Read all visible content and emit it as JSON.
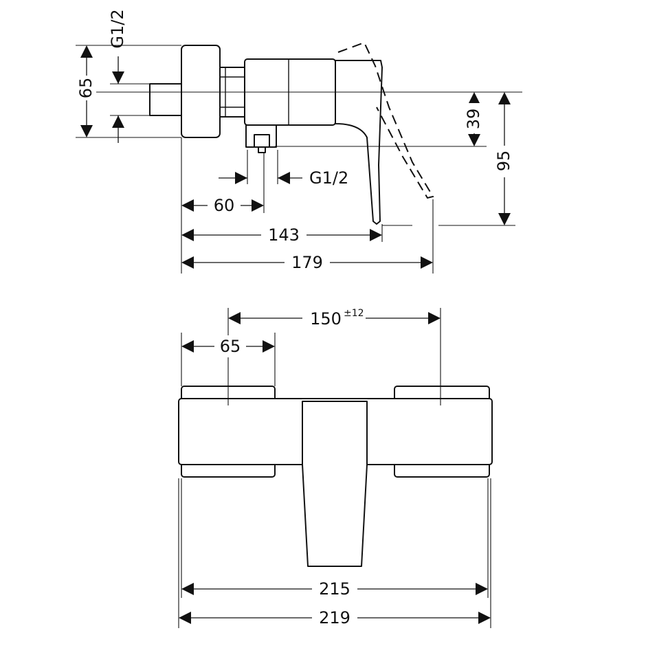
{
  "side_view": {
    "dim_g12_vertical": "G1/2",
    "dim_65_left": "65",
    "dim_39": "39",
    "dim_95": "95",
    "dim_g12_bottom": "G1/2",
    "dim_60": "60",
    "dim_143": "143",
    "dim_179": "179"
  },
  "front_view": {
    "dim_150": "150",
    "dim_150_tolerance": "±12",
    "dim_65": "65",
    "dim_215": "215",
    "dim_219": "219"
  }
}
